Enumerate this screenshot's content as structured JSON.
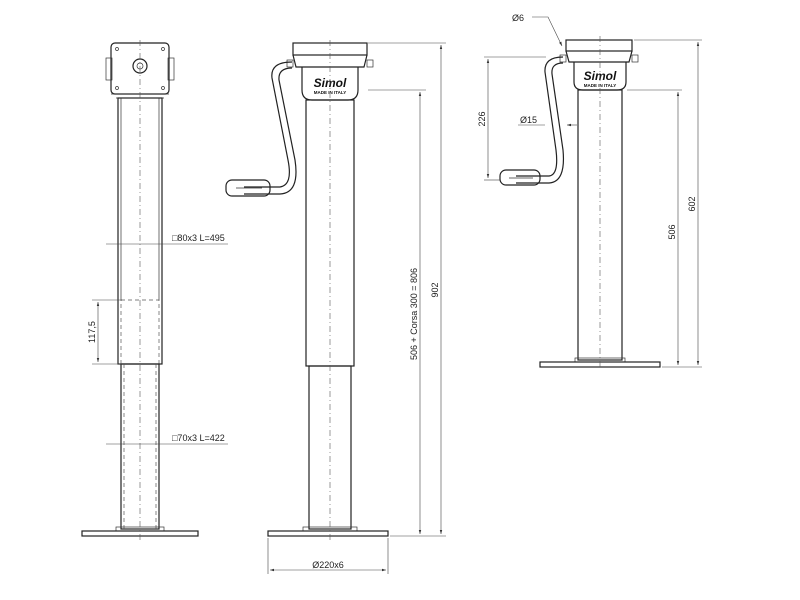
{
  "logo": {
    "brand": "Simol",
    "origin": "MADE IN ITALY"
  },
  "dimensions": {
    "outer_tube": "□80x3 L=495",
    "inner_tube": "□70x3 L=422",
    "overlap": "117,5",
    "base": "Ø220x6",
    "stroke_total": "506 + Corsa 300 = 806",
    "total_height": "902",
    "pin_diameter": "Ø6",
    "handle_diameter": "Ø15",
    "handle_height": "226",
    "closed_height": "506",
    "overall_closed": "602"
  }
}
